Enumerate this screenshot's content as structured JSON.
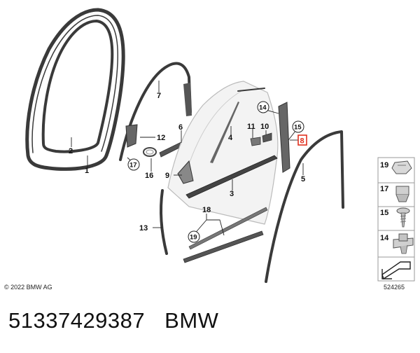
{
  "diagram": {
    "callouts": [
      {
        "id": "c1",
        "label": "1"
      },
      {
        "id": "c2",
        "label": "2"
      },
      {
        "id": "c3",
        "label": "3"
      },
      {
        "id": "c4",
        "label": "4"
      },
      {
        "id": "c5",
        "label": "5"
      },
      {
        "id": "c6",
        "label": "6"
      },
      {
        "id": "c7",
        "label": "7"
      },
      {
        "id": "c8",
        "label": "8"
      },
      {
        "id": "c9",
        "label": "9"
      },
      {
        "id": "c10",
        "label": "10"
      },
      {
        "id": "c11",
        "label": "11"
      },
      {
        "id": "c12",
        "label": "12"
      },
      {
        "id": "c13",
        "label": "13"
      },
      {
        "id": "c14",
        "label": "14"
      },
      {
        "id": "c15",
        "label": "15"
      },
      {
        "id": "c16",
        "label": "16"
      },
      {
        "id": "c17",
        "label": "17"
      },
      {
        "id": "c18",
        "label": "18"
      },
      {
        "id": "c19",
        "label": "19"
      }
    ],
    "side_parts": [
      {
        "label": "19",
        "icon": "clip-icon"
      },
      {
        "label": "17",
        "icon": "nut-clip-icon"
      },
      {
        "label": "15",
        "icon": "screw-icon"
      },
      {
        "label": "14",
        "icon": "expanding-nut-icon"
      }
    ],
    "nav_icon": "arrow-icon",
    "highlighted": "8",
    "highlight_color": "#e0301e",
    "copyright": "© 2022 BMW AG",
    "diagram_id": "524265"
  },
  "footer": {
    "part_number": "51337429387",
    "brand": "BMW"
  }
}
